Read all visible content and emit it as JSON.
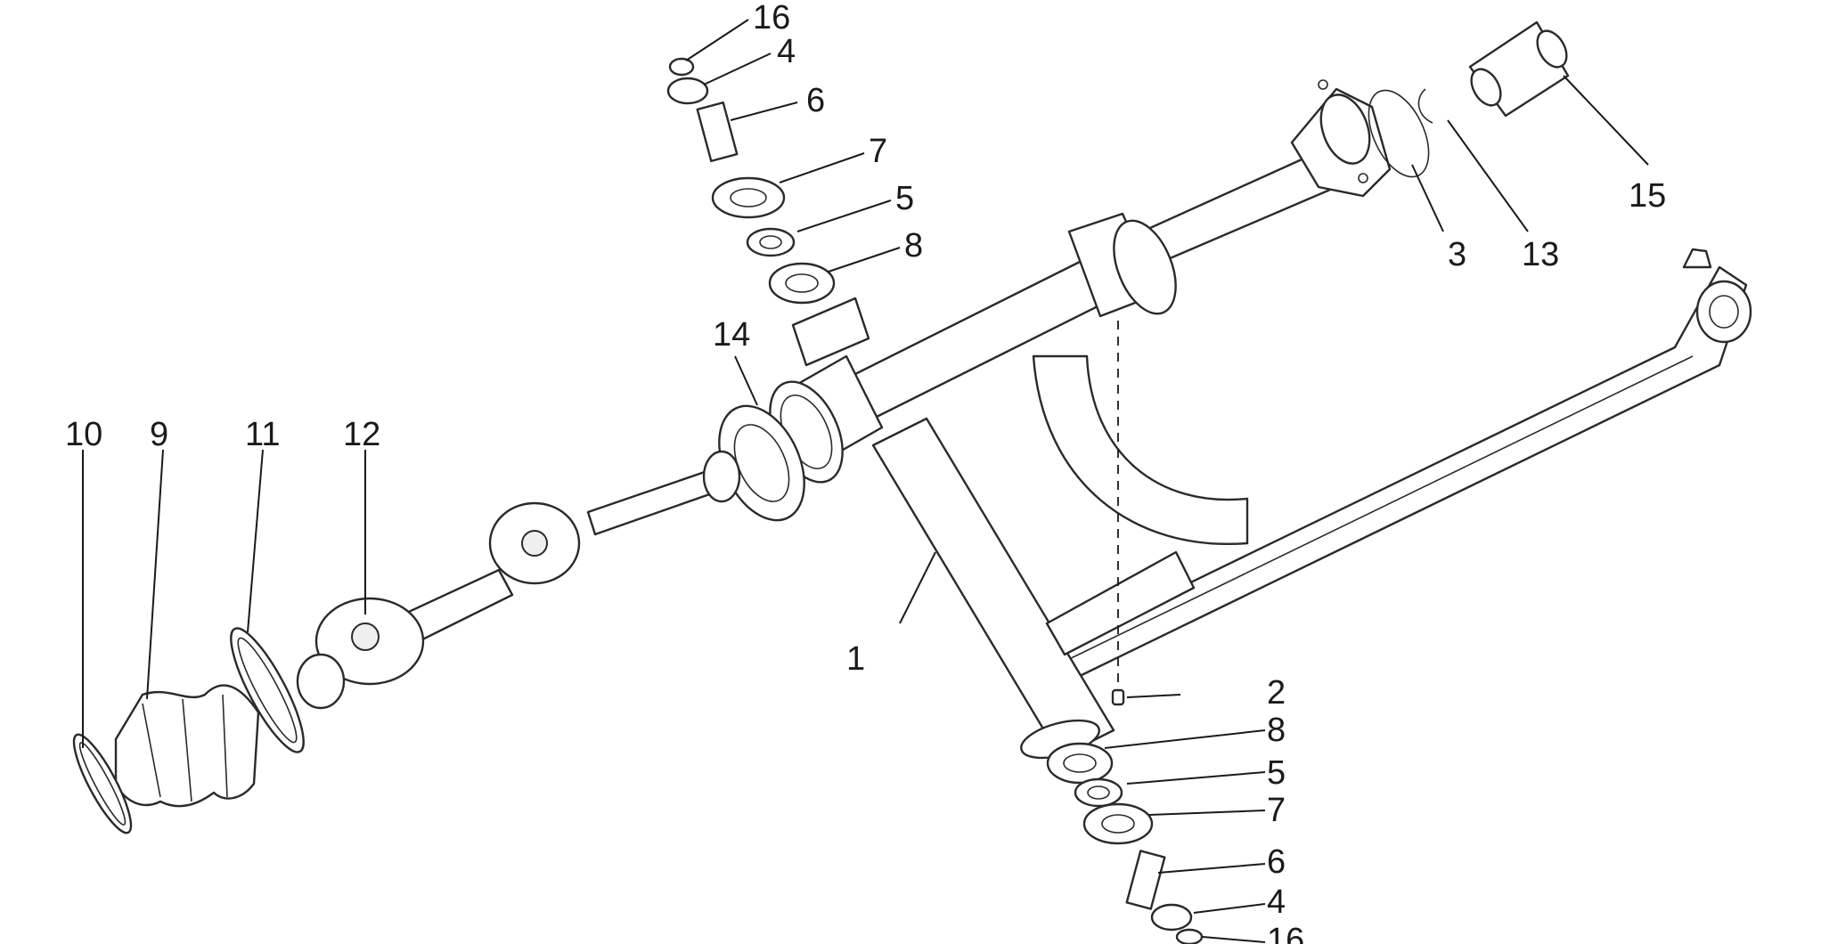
{
  "callouts": {
    "c1": "1",
    "c2": "2",
    "c3": "3",
    "c4_top": "4",
    "c4_bottom": "4",
    "c5_top": "5",
    "c5_bottom": "5",
    "c6_top": "6",
    "c6_bottom": "6",
    "c7_top": "7",
    "c7_bottom": "7",
    "c8_top": "8",
    "c8_bottom": "8",
    "c9": "9",
    "c10": "10",
    "c11": "11",
    "c12": "12",
    "c13": "13",
    "c14": "14",
    "c15": "15",
    "c16_top": "16",
    "c16_bottom": "16"
  }
}
